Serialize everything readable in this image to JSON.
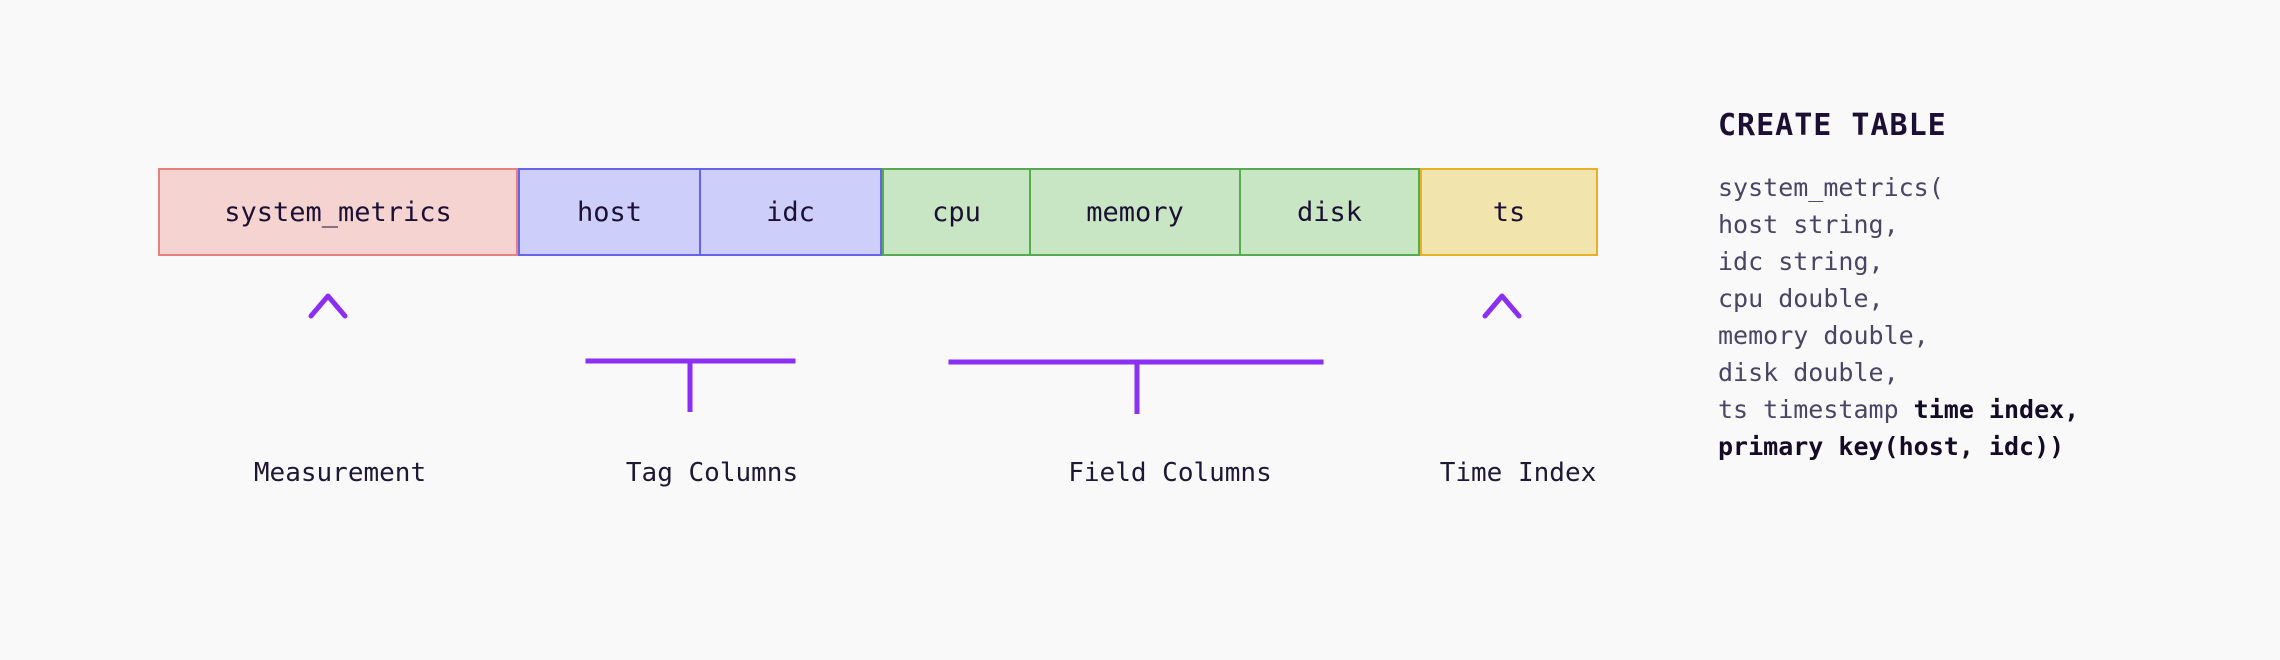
{
  "background_color": "#f9f9f9",
  "schema_bar": {
    "columns": [
      {
        "label": "system_metrics",
        "group": "measurement",
        "fill": "#f4d3d1",
        "border": "#e8807e"
      },
      {
        "label": "host",
        "group": "tag",
        "fill": "#cdcefa",
        "border": "#6563e8"
      },
      {
        "label": "idc",
        "group": "tag",
        "fill": "#cdcefa",
        "border": "#6563e8"
      },
      {
        "label": "cpu",
        "group": "field",
        "fill": "#c8e6c4",
        "border": "#55ab4d"
      },
      {
        "label": "memory",
        "group": "field",
        "fill": "#c8e6c4",
        "border": "#55ab4d"
      },
      {
        "label": "disk",
        "group": "field",
        "fill": "#c8e6c4",
        "border": "#55ab4d"
      },
      {
        "label": "ts",
        "group": "time_index",
        "fill": "#f2e4ad",
        "border": "#e8b024"
      }
    ]
  },
  "annotations": {
    "accent_color": "#8b2ff5",
    "accent_color_faded": "#e8d4fb",
    "items": [
      {
        "label": "Measurement",
        "marker": "arrow"
      },
      {
        "label": "Tag Columns",
        "marker": "bracket"
      },
      {
        "label": "Field Columns",
        "marker": "bracket"
      },
      {
        "label": "Time Index",
        "marker": "arrow"
      }
    ]
  },
  "code_panel": {
    "title": "CREATE TABLE",
    "lines": [
      {
        "plain": "system_metrics("
      },
      {
        "plain": "host string,"
      },
      {
        "plain": "idc string,"
      },
      {
        "plain": "cpu double,"
      },
      {
        "plain": "memory double,"
      },
      {
        "plain": "disk double,"
      },
      {
        "plain": "ts timestamp ",
        "bold": "time index,"
      },
      {
        "plain": "",
        "bold": "primary key(host, idc))"
      }
    ],
    "full_text": "system_metrics(\nhost string,\nidc string,\ncpu double,\nmemory double,\ndisk double,\nts timestamp time index,\nprimary key(host, idc))"
  }
}
